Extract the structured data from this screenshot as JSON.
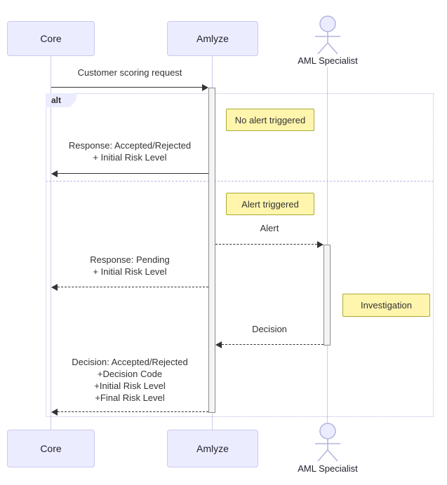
{
  "diagram": {
    "type": "sequence-diagram",
    "participants": [
      {
        "id": "core",
        "label": "Core",
        "kind": "participant"
      },
      {
        "id": "amlyze",
        "label": "Amlyze",
        "kind": "participant"
      },
      {
        "id": "aml-specialist",
        "label": "AML Specialist",
        "kind": "actor"
      }
    ],
    "frame": {
      "label": "alt"
    },
    "notes": [
      {
        "text": "No alert triggered"
      },
      {
        "text": "Alert triggered"
      },
      {
        "text": "Investigation"
      }
    ],
    "messages": [
      {
        "from": "Core",
        "to": "Amlyze",
        "line": "solid",
        "text": "Customer scoring request"
      },
      {
        "from": "Amlyze",
        "to": "Core",
        "line": "solid",
        "text": "Response: Accepted/Rejected\n+ Initial Risk Level"
      },
      {
        "from": "Amlyze",
        "to": "AML Specialist",
        "line": "dashed",
        "text": "Alert"
      },
      {
        "from": "Amlyze",
        "to": "Core",
        "line": "dashed",
        "text": "Response: Pending\n+ Initial Risk Level"
      },
      {
        "from": "AML Specialist",
        "to": "Amlyze",
        "line": "dashed",
        "text": "Decision"
      },
      {
        "from": "Amlyze",
        "to": "Core",
        "line": "dashed",
        "text": "Decision: Accepted/Rejected\n+Decision Code\n+Initial Risk Level\n+Final Risk Level"
      }
    ],
    "colors": {
      "participant_fill": "#ECECFF",
      "participant_border": "#c9c9ef",
      "lifeline": "#ccccea",
      "frame_border": "#b9b9e0",
      "note_fill": "#fff5ad",
      "note_border": "#aaaa33",
      "activation_fill": "#f4f4f4",
      "activation_border": "#8c8c8c",
      "arrow": "#333333",
      "text": "#333333"
    }
  }
}
